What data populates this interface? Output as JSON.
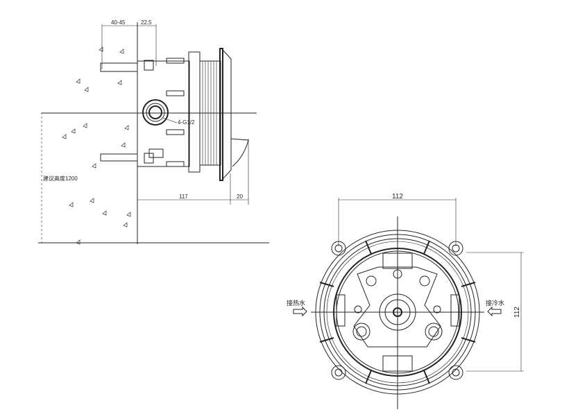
{
  "side_view": {
    "dim_depth_range": "40-45",
    "dim_offset": "22.5",
    "dim_body_depth": "117",
    "dim_trim_depth": "20",
    "thread_label": "4-G1/2",
    "height_label": "建议高度1200"
  },
  "front_view": {
    "dim_width": "112",
    "dim_height": "112",
    "hot_inlet_label": "接热水",
    "cold_inlet_label": "接冷水"
  }
}
